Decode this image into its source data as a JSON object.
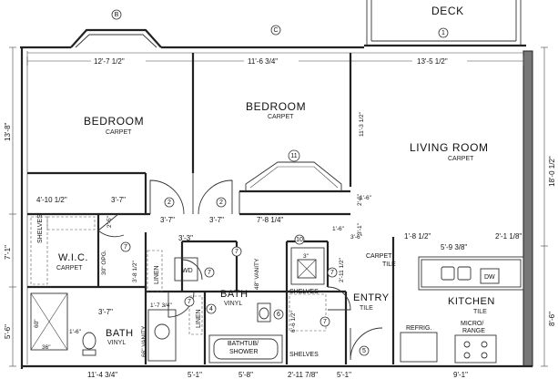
{
  "rooms": {
    "deck": {
      "name": "DECK"
    },
    "bedroom1": {
      "name": "BEDROOM",
      "floor": "CARPET"
    },
    "bedroom2": {
      "name": "BEDROOM",
      "floor": "CARPET"
    },
    "living": {
      "name": "LIVING ROOM",
      "floor": "CARPET"
    },
    "wic": {
      "name": "W.I.C.",
      "floor": "CARPET"
    },
    "bath1": {
      "name": "BATH",
      "floor": "VINYL"
    },
    "bath2": {
      "name": "BATH",
      "floor": "VINYL"
    },
    "entry": {
      "name": "ENTRY",
      "floor": "TILE"
    },
    "kitchen": {
      "name": "KITCHEN",
      "floor": "TILE"
    }
  },
  "dimensions": {
    "bed1_width": "12'-7 1/2\"",
    "bed2_width": "11'-6 3/4\"",
    "living_width": "13'-5 1/2\"",
    "left_depth": "13'-8\"",
    "left_mid": "7'-1\"",
    "left_low": "5'-6\"",
    "right_depth": "18'-0 1/2\"",
    "right_low": "8'-6\"",
    "living_partial": "11'-3 1/2\"",
    "closet_w1": "4'-10 1/2\"",
    "closet_w2": "3'-7\"",
    "closet_w3": "3'-7\"",
    "closet_w4": "3'-7\"",
    "closet_w5": "7'-8 1/4\"",
    "closet_h": "2'-5\"",
    "small_2_6": "2'-6\"",
    "small_1_6": "1'-6\"",
    "small_1_6b": "1'-6\"",
    "small_3_1": "3'-1\"",
    "hall_3_3": "3'-3\"",
    "hall_3_8": "3'-8 1/2\"",
    "bath_3_7": "3'-7\"",
    "bath_1_7": "1'-7 3/4\"",
    "bath_1_6": "1'-6\"",
    "vanity_48": "48\" VANITY",
    "vanity_66": "66\" VANITY",
    "w36": "36\"",
    "w60": "60\"",
    "opg": "30\" OPG.",
    "w3": "3\"",
    "ent_2_11": "2'-11 1/2\"",
    "ent_6_6": "6'-6 1/2\"",
    "ent_3_6": "3'-6\"",
    "kit_1_8": "1'-8 1/2\"",
    "kit_5_9": "5'-9 3/8\"",
    "kit_2_1": "2'-1 1/8\"",
    "bottom1": "11'-4 3/4\"",
    "bottom2": "5'-1\"",
    "bottom3": "5'-8\"",
    "bottom4": "2'-11 7/8\"",
    "bottom5": "5'-1\"",
    "bottom6": "9'-1\""
  },
  "labels": {
    "shelves1": "SHELVES",
    "shelves2": "SHELVES",
    "shelves3": "SHELVES",
    "linen1": "LINEN",
    "linen2": "LINEN",
    "wd": "WD",
    "tub": "BATHTUB/\nSHOWER",
    "tub_l1": "BATHTUB/",
    "tub_l2": "SHOWER",
    "carpet": "CARPET",
    "tile": "TILE",
    "dw": "DW",
    "refrig": "REFRIG.",
    "micro1": "MICRO/",
    "micro2": "RANGE",
    "bath2_floor": "VINYL"
  },
  "tags": {
    "b": "B",
    "c": "C",
    "one": "1",
    "two": "2",
    "seven_a": "7",
    "seven_b": "7",
    "seven_c": "7",
    "seven_d": "7",
    "seven_e": "7",
    "seven_f": "7",
    "ten": "10",
    "eleven": "11",
    "four": "4",
    "five": "5",
    "six": "6"
  }
}
